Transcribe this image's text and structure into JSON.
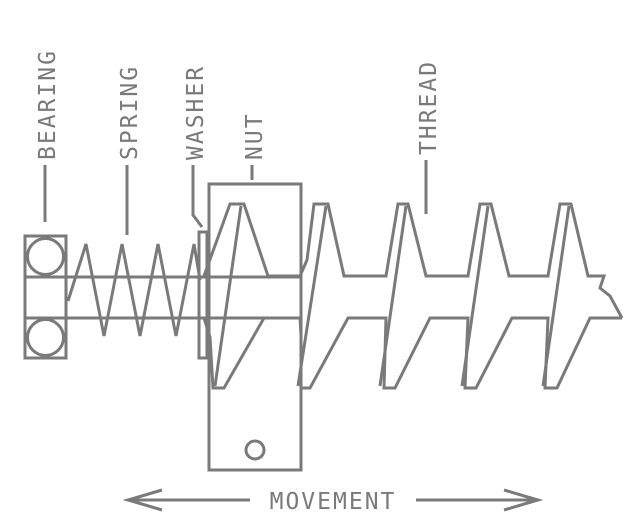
{
  "labels": {
    "bearing": "BEARING",
    "spring": "SPRING",
    "washer": "WASHER",
    "nut": "NUT",
    "thread": "THREAD",
    "movement": "MOVEMENT"
  },
  "colors": {
    "line": "#7a7a7a",
    "background": "#ffffff"
  }
}
